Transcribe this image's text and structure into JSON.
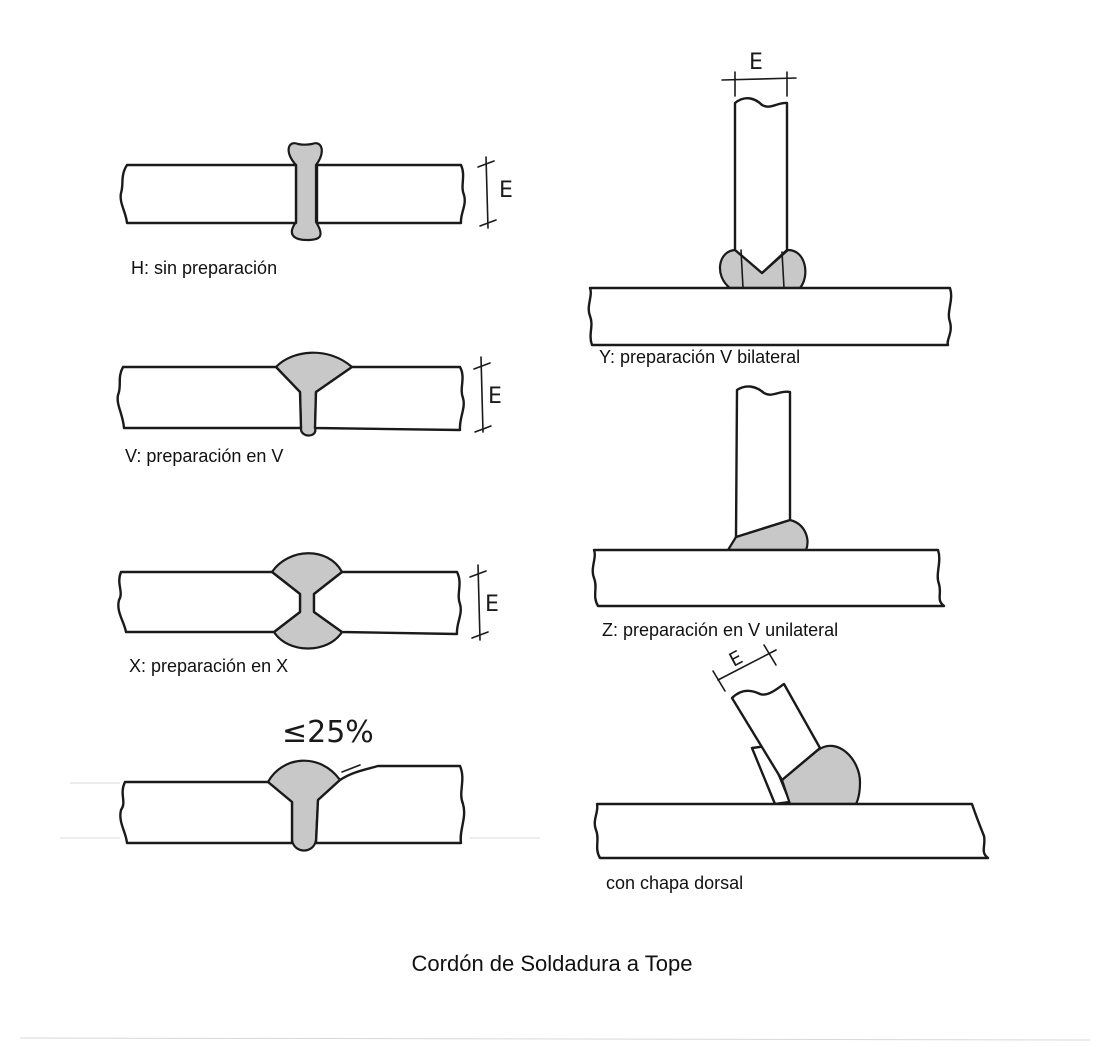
{
  "title": "Cordón de Soldadura a Tope",
  "labels": {
    "h": "H: sin preparación",
    "v": "V: preparación en V",
    "x": "X: preparación en X",
    "y": "Y: preparación V bilateral",
    "z": "Z: preparación en V unilateral",
    "dorsal": "con chapa dorsal"
  },
  "dimension_label": "E",
  "overfill_label": "≤25%",
  "colors": {
    "ink": "#1a1a1a",
    "weld_fill": "#c8c8c8",
    "background": "#ffffff"
  }
}
